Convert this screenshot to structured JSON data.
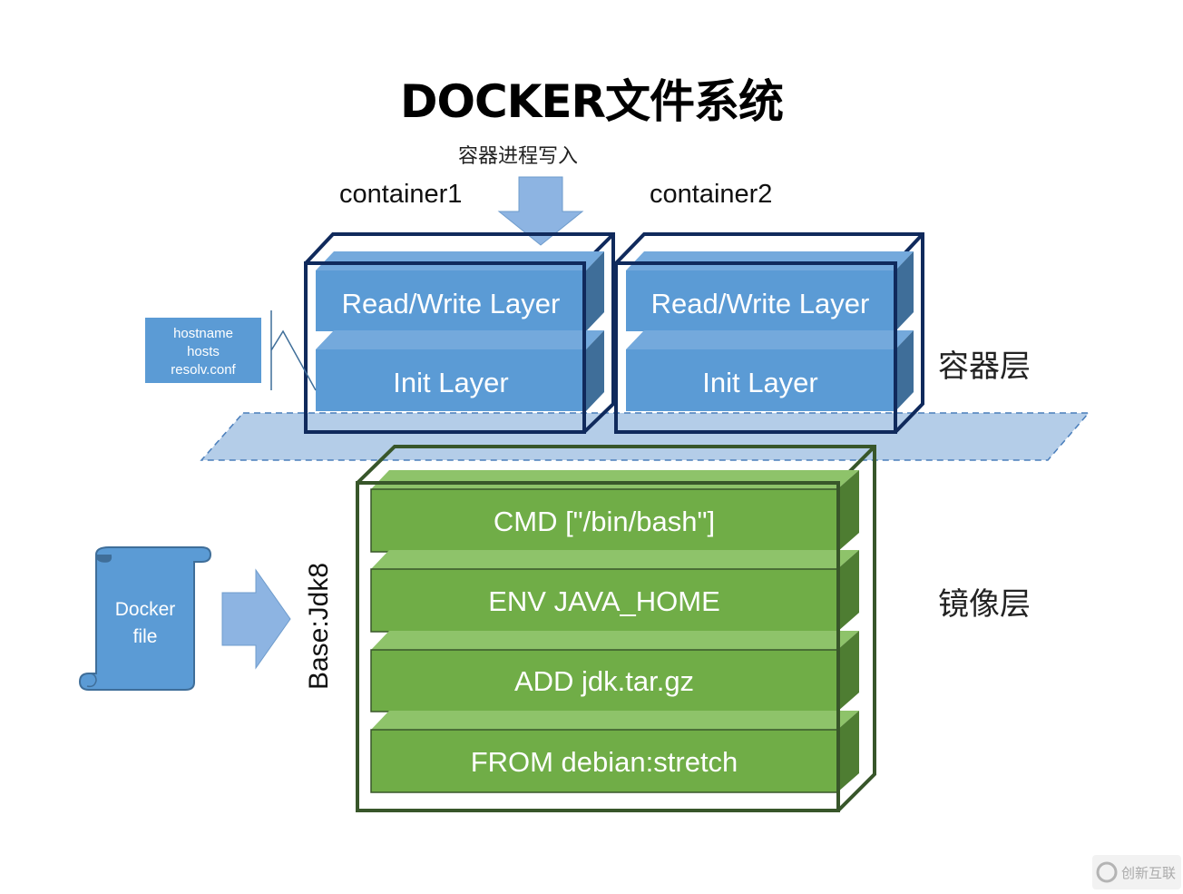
{
  "title": "DOCKER文件系统",
  "process_write_label": "容器进程写入",
  "containers": [
    {
      "name": "container1",
      "rw_layer": "Read/Write Layer",
      "init_layer": "Init Layer"
    },
    {
      "name": "container2",
      "rw_layer": "Read/Write Layer",
      "init_layer": "Init Layer"
    }
  ],
  "init_files": [
    "hostname",
    "hosts",
    "resolv.conf"
  ],
  "container_layer_label": "容器层",
  "image_layer_label": "镜像层",
  "image_base_label": "Base:Jdk8",
  "image_layers": [
    "CMD [\"/bin/bash\"]",
    "ENV JAVA_HOME",
    "ADD jdk.tar.gz",
    "FROM debian:stretch"
  ],
  "dockerfile_label_line1": "Docker",
  "dockerfile_label_line2": "file",
  "watermark": "创新互联",
  "colors": {
    "blue_face": "#5b9bd5",
    "blue_top": "#74a9dc",
    "blue_side": "#3f6e99",
    "blue_frame": "#102a5c",
    "green_face": "#70ad47",
    "green_top": "#8ec36a",
    "green_side": "#4e7d32",
    "green_frame": "#38562a",
    "plane_fill": "#b4cde8",
    "arrow_fill": "#8db4e2"
  }
}
